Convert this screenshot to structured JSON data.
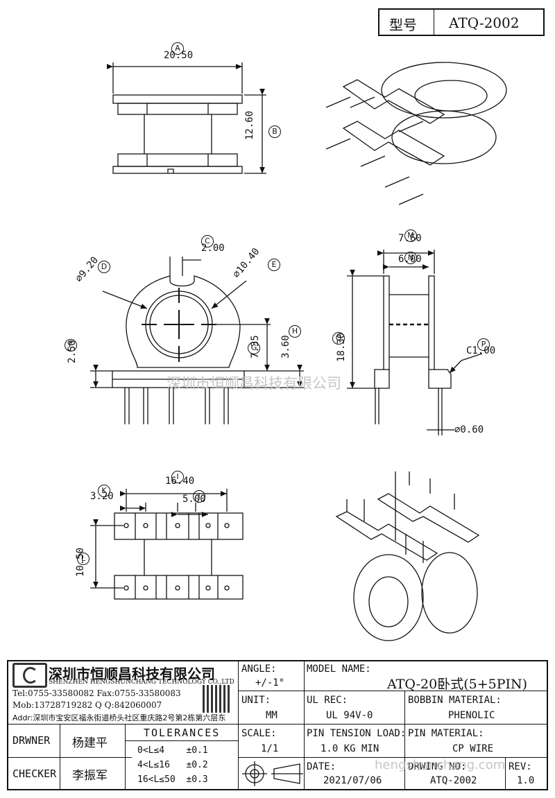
{
  "header": {
    "model_label": "型号",
    "model_value": "ATQ-2002"
  },
  "dimensions": {
    "A": {
      "letter": "A",
      "value": "20.50"
    },
    "B": {
      "letter": "B",
      "value": "12.60"
    },
    "C": {
      "letter": "C",
      "value": "2.00"
    },
    "D": {
      "letter": "D",
      "value": "⌀9.20"
    },
    "E": {
      "letter": "E",
      "value": "⌀10.40"
    },
    "F": {
      "letter": "F",
      "value": "2.50"
    },
    "G": {
      "letter": "G",
      "value": "7.35"
    },
    "H": {
      "letter": "H",
      "value": "3.60"
    },
    "M": {
      "letter": "M",
      "value": "7.60"
    },
    "N": {
      "letter": "N",
      "value": "6.00"
    },
    "O": {
      "letter": "O",
      "value": "18.30"
    },
    "P": {
      "letter": "P",
      "value": "C1.00"
    },
    "I": {
      "letter": "I",
      "value": "16.40"
    },
    "J": {
      "letter": "J",
      "value": "5.00"
    },
    "K": {
      "letter": "K",
      "value": "3.20"
    },
    "L": {
      "letter": "L",
      "value": "10.50"
    },
    "pin_dia": "⌀0.60"
  },
  "watermark": {
    "center": "深圳市恒顺昌科技有限公司",
    "bottom": "hengshunchang.com"
  },
  "company": {
    "name_cn": "深圳市恒顺昌科技有限公司",
    "name_en": "SHENZHEN HENGSHUNCHANG TECHNOLOGY CO.,LTD",
    "tel_fax": "Tel:0755-33580082 Fax:0755-33580083",
    "mob_qq": "Mob:13728719282    Q Q:842060007",
    "addr": "Addr:深圳市宝安区福永街道桥头社区重庆路2号第2栋第六层东"
  },
  "title_block": {
    "angle_label": "ANGLE:",
    "angle_value": "+/-1°",
    "unit_label": "UNIT:",
    "unit_value": "MM",
    "scale_label": "SCALE:",
    "scale_value": "1/1",
    "model_name_label": "MODEL NAME:",
    "model_name_value": "ATQ-20卧式(5+5PIN)",
    "ul_label": "UL REC:",
    "ul_value": "UL 94V-0",
    "bobbin_label": "BOBBIN MATERIAL:",
    "bobbin_value": "PHENOLIC",
    "pin_tension_label": "PIN TENSION LOAD:",
    "pin_tension_value": "1.0 KG MIN",
    "pin_material_label": "PIN MATERIAL:",
    "pin_material_value": "CP WIRE",
    "date_label": "DATE:",
    "date_value": "2021/07/06",
    "drawing_no_label": "DRWING NO:",
    "drawing_no_value": "ATQ-2002",
    "rev_label": "REV:",
    "rev_value": "1.0",
    "drawer_label": "DRWNER",
    "drawer_value": "杨建平",
    "checker_label": "CHECKER",
    "checker_value": "李振军",
    "tolerances_title": "TOLERANCES",
    "tol1": "0<L≤4    ±0.1",
    "tol2": "4<L≤16   ±0.2",
    "tol3": "16<L≤50  ±0.3"
  }
}
